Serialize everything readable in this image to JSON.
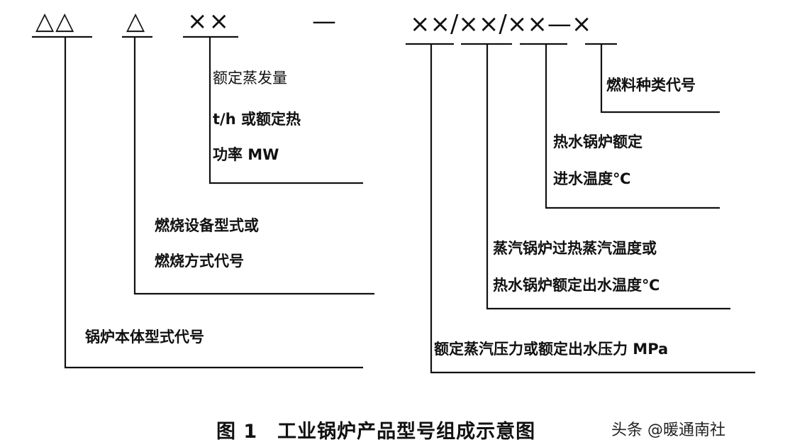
{
  "symbols": {
    "boiler_type": "△△",
    "combustion": "△",
    "capacity": "××",
    "dash": "—",
    "params": "××/××/××—×"
  },
  "labels": {
    "capacity_1": "额定蒸发量",
    "capacity_2": "t/h 或额定热",
    "capacity_3": "功率 MW",
    "combustion_1": "燃烧设备型式或",
    "combustion_2": "燃烧方式代号",
    "boiler_type": "锅炉本体型式代号",
    "fuel": "燃料种类代号",
    "inlet_1": "热水锅炉额定",
    "inlet_2": "进水温度℃",
    "outlet_1": "蒸汽锅炉过热蒸汽温度或",
    "outlet_2": "热水锅炉额定出水温度℃",
    "pressure": "额定蒸汽压力或额定出水压力 MPa"
  },
  "caption": "图 1　工业锅炉产品型号组成示意图",
  "watermark": "头条 @暖通南社"
}
